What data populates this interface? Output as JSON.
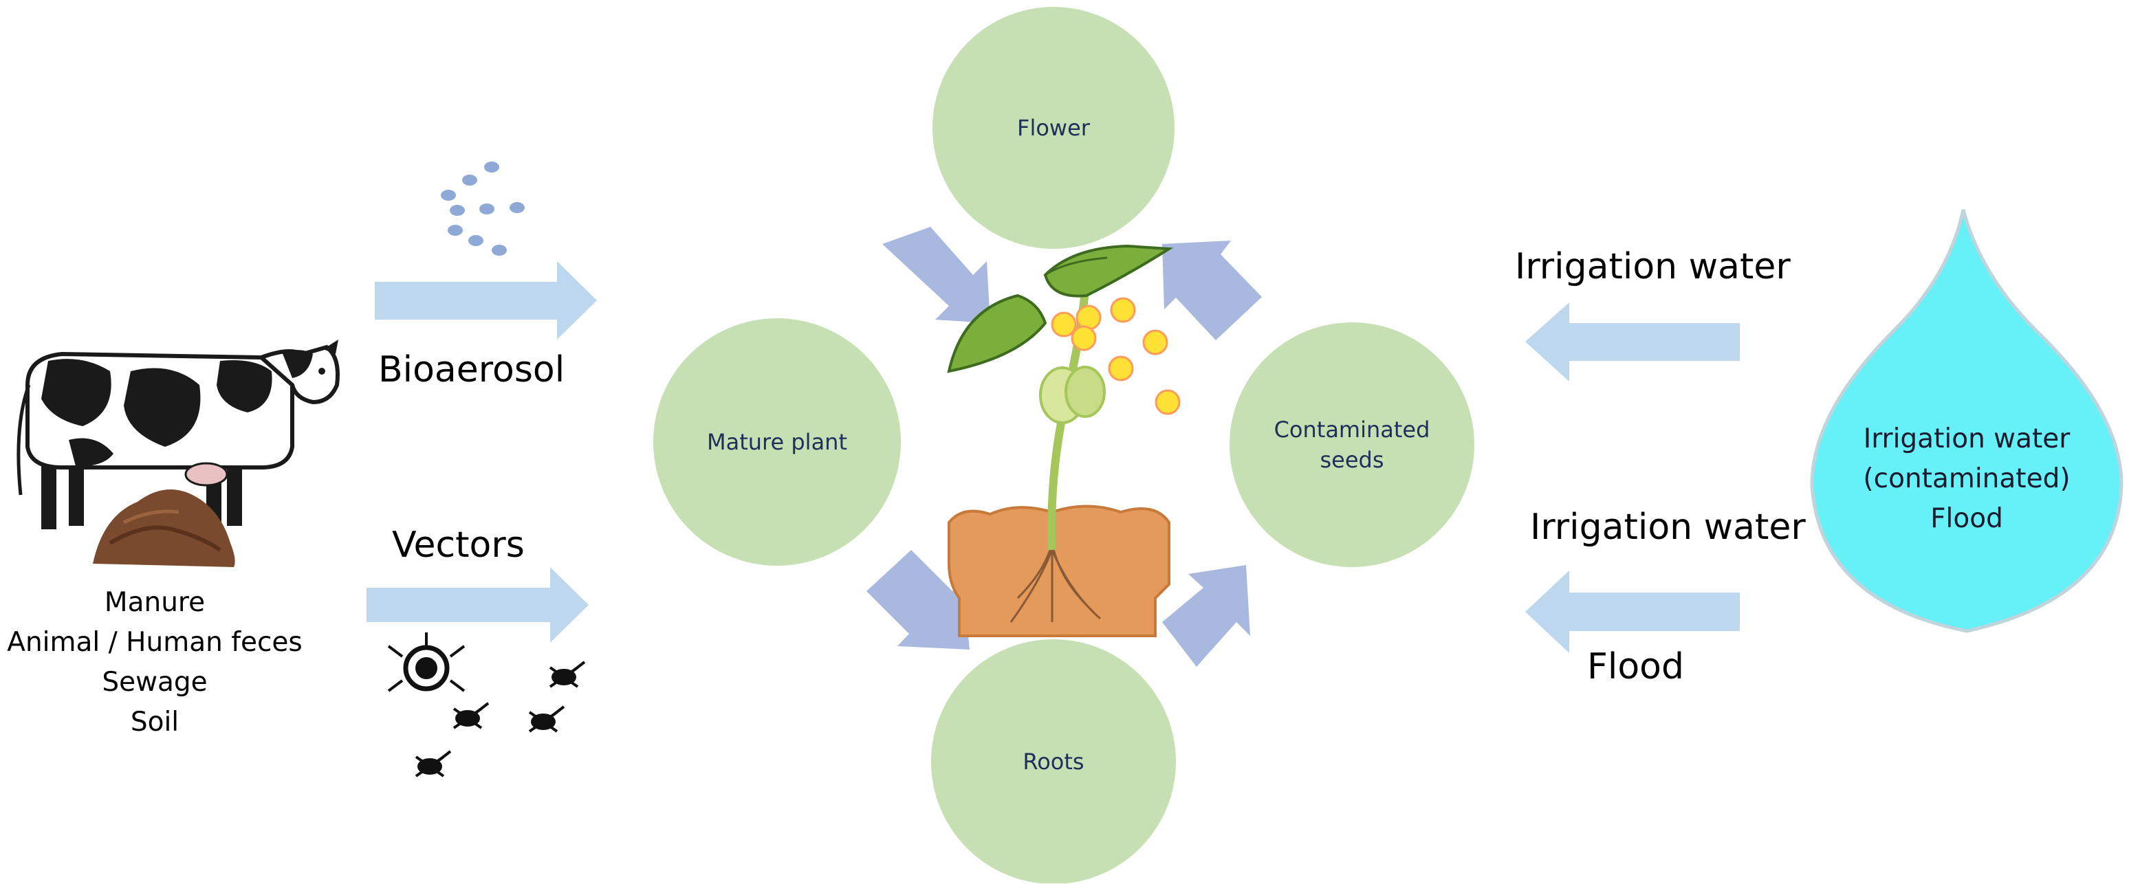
{
  "sources": {
    "lines": [
      "Manure",
      "Animal / Human feces",
      "Sewage",
      "Soil"
    ]
  },
  "pathways": {
    "bioaerosol": "Bioaerosol",
    "vectors": "Vectors",
    "irrigation_water_top": "Irrigation water",
    "irrigation_water_bottom": "Irrigation water",
    "flood": "Flood"
  },
  "plant_parts": {
    "flower": "Flower",
    "mature_plant": "Mature plant",
    "contaminated_seeds": [
      "Contaminated",
      "seeds"
    ],
    "roots": "Roots"
  },
  "water_source": {
    "lines": [
      "Irrigation water",
      "(contaminated)",
      "Flood"
    ]
  },
  "colors": {
    "circle_fill": "#c6e0b4",
    "arrow_blue": "#bdd7ee",
    "inward_arrow": "#a9b8de",
    "drop_fill": "#66f0f8",
    "seed_yellow": "#ffe135"
  },
  "icons": [
    "cow-icon",
    "manure-pile-icon",
    "bioaerosol-particles-icon",
    "tick-insect-icon",
    "seedling-icon",
    "water-drop-icon"
  ]
}
